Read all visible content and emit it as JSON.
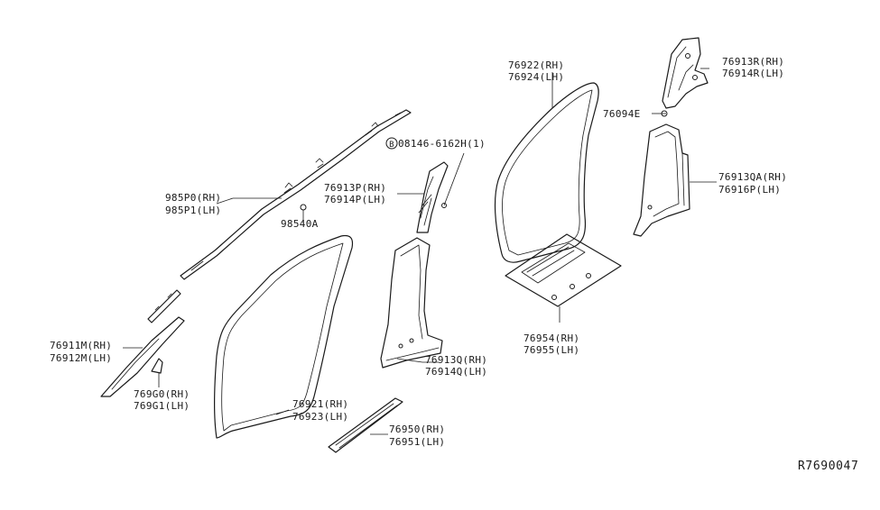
{
  "diagram": {
    "reference_code": "R7690047",
    "labels": {
      "roof_rail_rh": "985P0(RH)",
      "roof_rail_lh": "985P1(LH)",
      "clip_98540a": "98540A",
      "bolt_08146": "08146-6162H(1)",
      "bolt_symbol": "B",
      "bpillar_upper_rh": "76913P(RH)",
      "bpillar_upper_lh": "76914P(LH)",
      "bpillar_lower_rh": "76913Q(RH)",
      "bpillar_lower_lh": "76914Q(LH)",
      "apillar_rh": "76911M(RH)",
      "apillar_lh": "76912M(LH)",
      "clip_769g0": "769G0(RH)",
      "clip_769g1": "769G1(LH)",
      "front_weatherstrip_rh": "76921(RH)",
      "front_weatherstrip_lh": "76923(LH)",
      "front_kick_plate_rh": "76950(RH)",
      "front_kick_plate_lh": "76951(LH)",
      "rear_weatherstrip_rh": "76922(RH)",
      "rear_weatherstrip_lh": "76924(LH)",
      "rear_kick_plate_rh": "76954(RH)",
      "rear_kick_plate_lh": "76955(LH)",
      "cpillar_upper_rh": "76913R(RH)",
      "cpillar_upper_lh": "76914R(LH)",
      "clip_76094e": "76094E",
      "cpillar_lower_rh": "76913QA(RH)",
      "cpillar_lower_lh": "76916P(LH)"
    }
  }
}
